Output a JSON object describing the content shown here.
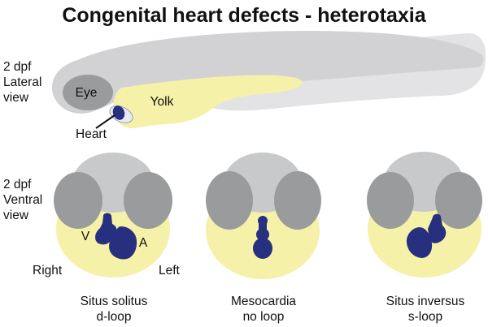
{
  "title": "Congenital heart defects - heterotaxia",
  "colors": {
    "body_gray": "#d2d2d4",
    "tail_gray": "#e3e3e5",
    "eye_gray": "#9a9b9d",
    "yolk_yellow": "#f6f1a8",
    "heart_blue": "#27307f",
    "text": "#111111"
  },
  "lateral": {
    "row_label": [
      "2 dpf",
      "Lateral",
      "view"
    ],
    "eye_label": "Eye",
    "yolk_label": "Yolk",
    "heart_label": "Heart"
  },
  "ventral": {
    "row_label": [
      "2 dpf",
      "Ventral",
      "view"
    ],
    "side_right": "Right",
    "side_left": "Left",
    "chamber_v": "V",
    "chamber_a": "A",
    "panels": [
      {
        "name": "Situs solitus",
        "loop": "d-loop"
      },
      {
        "name": "Mesocardia",
        "loop": "no loop"
      },
      {
        "name": "Situs inversus",
        "loop": "s-loop"
      }
    ]
  }
}
